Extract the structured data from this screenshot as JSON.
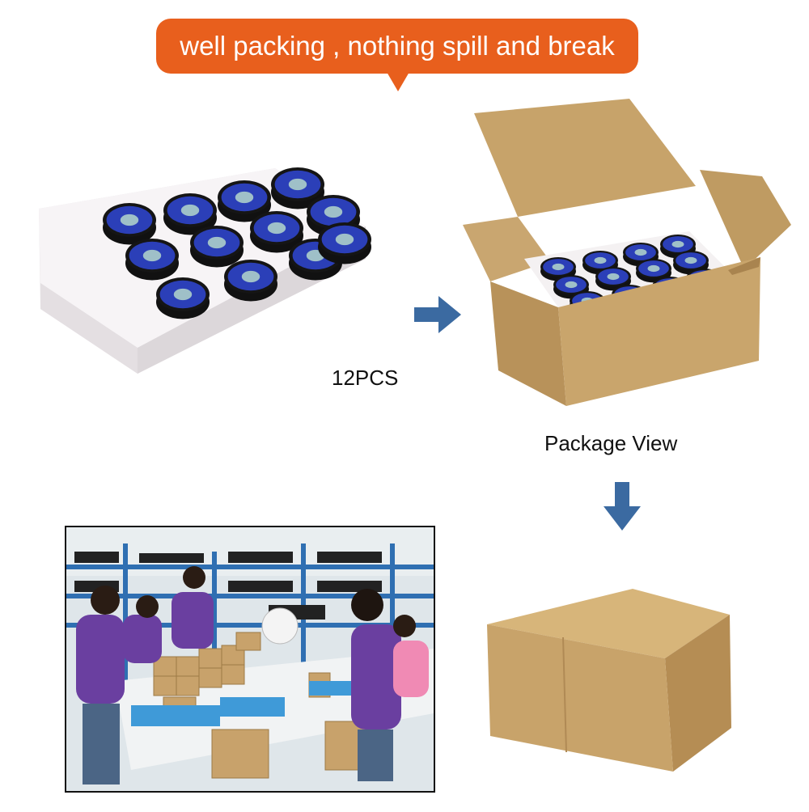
{
  "header": {
    "bubble_text": "well packing , nothing spill and break"
  },
  "captions": {
    "count": "12PCS",
    "package_view": "Package View"
  },
  "colors": {
    "bubble": "#e85f1d",
    "arrow": "#3b6aa1",
    "cardboard": "#c9a56c",
    "foam": "#f2eff1"
  },
  "icons": {
    "right_arrow": "arrow-right-icon",
    "down_arrow": "arrow-down-icon"
  }
}
